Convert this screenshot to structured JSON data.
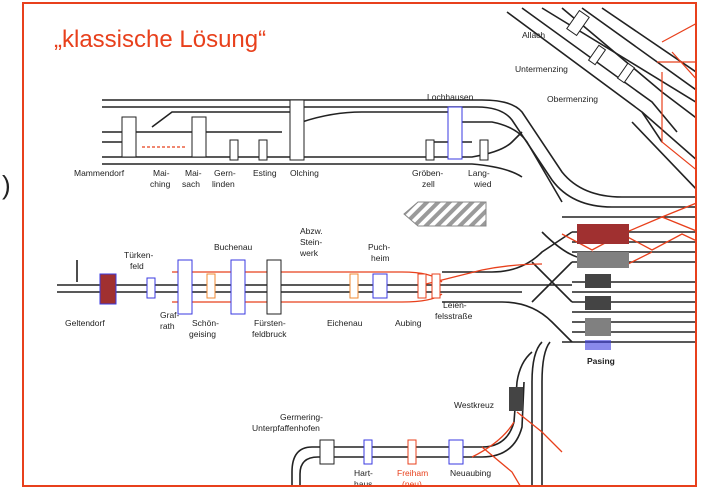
{
  "slide": {
    "title": "„klassische Lösung“",
    "paren": ")"
  },
  "stations": {
    "allach": "Allach",
    "untermenzing": "Untermenzing",
    "obermenzing": "Obermenzing",
    "lochhausen": "Lochhausen",
    "mammendorf": "Mammendorf",
    "malching": [
      "Mai-",
      "ching"
    ],
    "maisach": [
      "Mai-",
      "sach"
    ],
    "gernlinden": [
      "Gern-",
      "linden"
    ],
    "esting": "Esting",
    "olching": "Olching",
    "groebenzell": [
      "Gröben-",
      "zell"
    ],
    "langwied": [
      "Lang-",
      "wied"
    ],
    "tuerkenfeld": [
      "Türken-",
      "feld"
    ],
    "buchenau": "Buchenau",
    "steinwerk": [
      "Abzw.",
      "Stein-",
      "werk"
    ],
    "puchheim": [
      "Puch-",
      "heim"
    ],
    "geltendorf": "Geltendorf",
    "grafrath": [
      "Graf-",
      "rath"
    ],
    "schoengeising": [
      "Schön-",
      "geising"
    ],
    "fuerstenfeldbruck": [
      "Fürsten-",
      "feldbruck"
    ],
    "eichenau": "Eichenau",
    "aubing": "Aubing",
    "leienfelsstrasse": [
      "Leien-",
      "felsstraße"
    ],
    "pasing": "Pasing",
    "westkreuz": "Westkreuz",
    "germering": [
      "Germering-",
      "Unterpfaffenhofen"
    ],
    "harthaus": [
      "Hart-",
      "haus"
    ],
    "freiham": [
      "Freiham",
      "(neu)"
    ],
    "neuaubing": "Neuaubing"
  },
  "colors": {
    "accent": "#e8401c",
    "track": "#222222",
    "new_track": "#e8401c",
    "platform_blue": "#3a3ae0",
    "platform_orange": "#f08a30",
    "station_dark_red": "#a03030",
    "station_grey": "#808080",
    "station_dark": "#444444"
  }
}
